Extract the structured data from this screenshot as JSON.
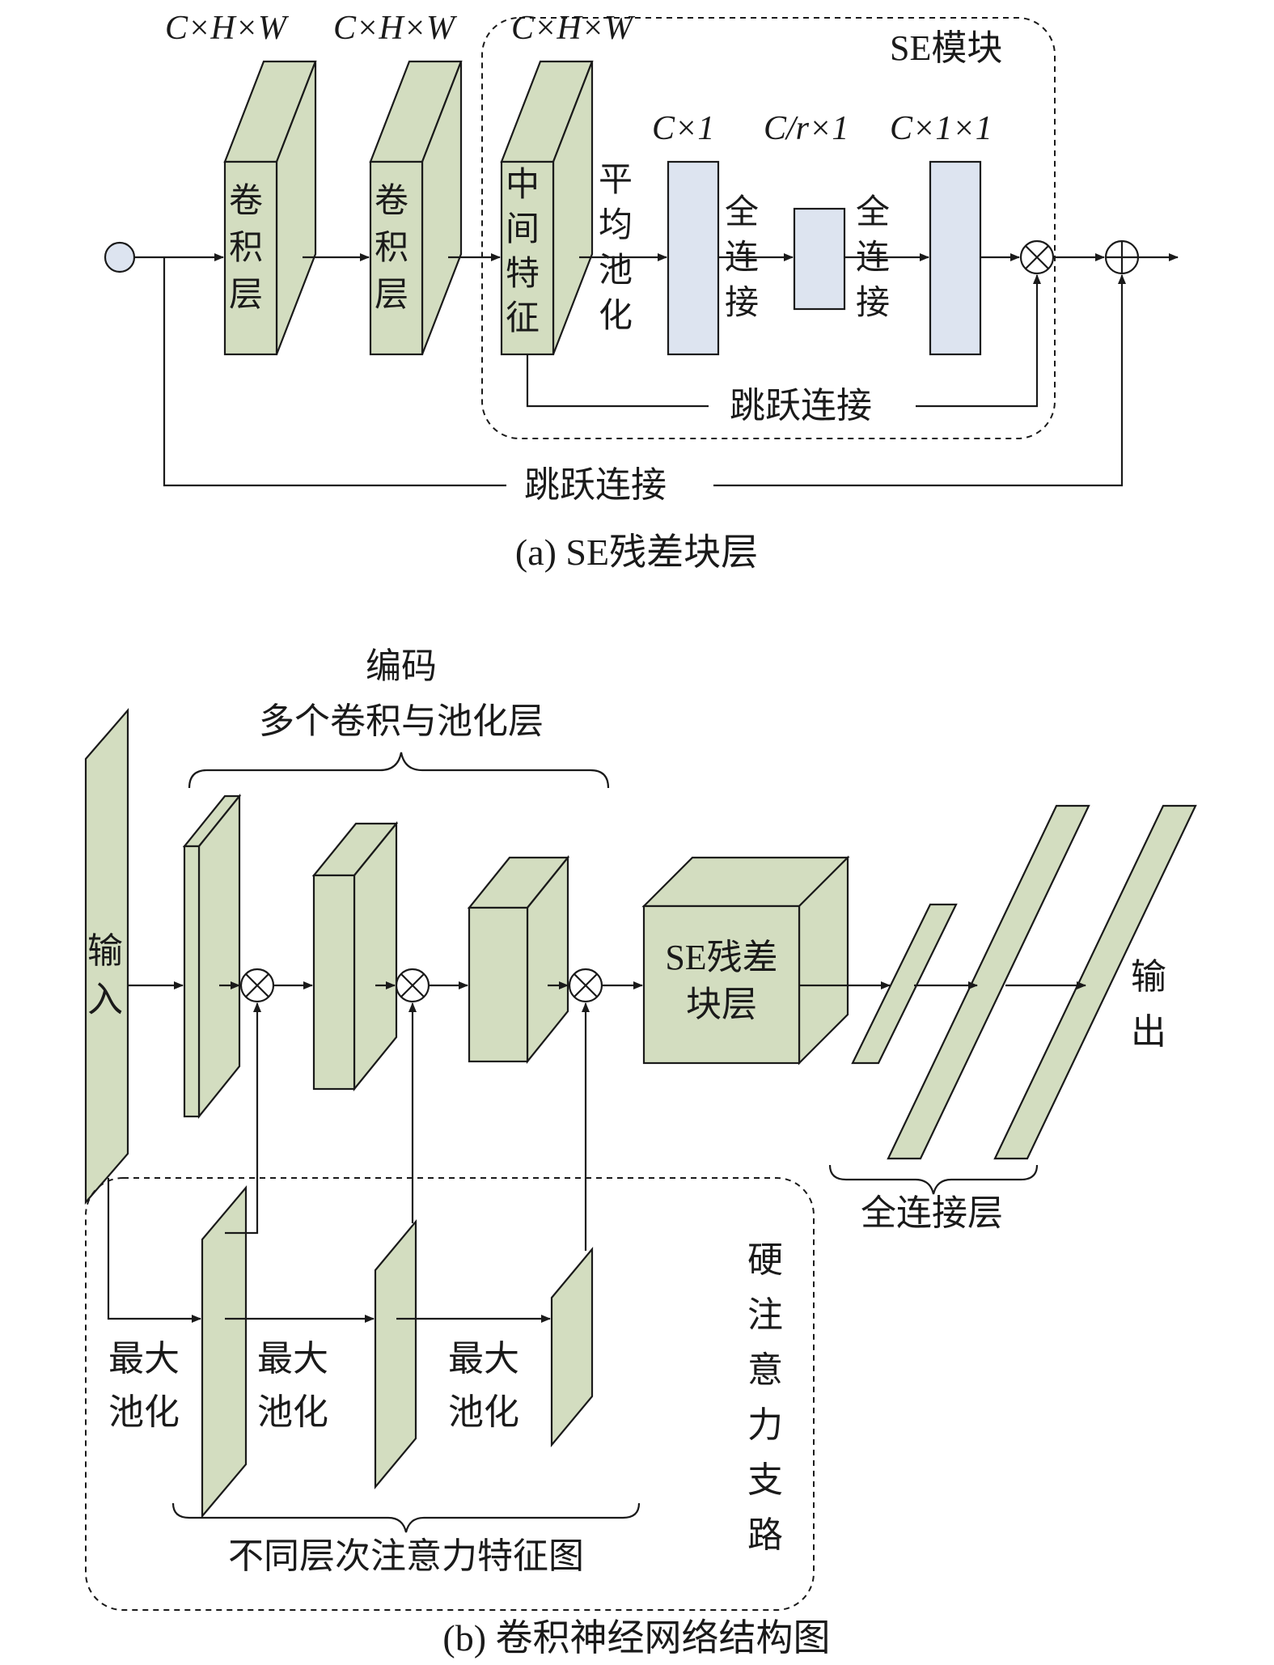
{
  "part_a": {
    "caption": "(a) SE残差块层",
    "dims": {
      "d1": "C×H×W",
      "d2": "C×H×W",
      "d3": "C×H×W",
      "d4": "C×1",
      "d5": "C/r×1",
      "d6": "C×1×1"
    },
    "se_module_label": "SE模块",
    "conv1": [
      "卷",
      "积",
      "层"
    ],
    "conv2": [
      "卷",
      "积",
      "层"
    ],
    "mid_feature": [
      "中",
      "间",
      "特",
      "征"
    ],
    "avg_pool": [
      "平",
      "均",
      "池",
      "化"
    ],
    "fc1": [
      "全",
      "连",
      "接"
    ],
    "fc2": [
      "全",
      "连",
      "接"
    ],
    "skip_inner": "跳跃连接",
    "skip_outer": "跳跃连接"
  },
  "part_b": {
    "caption": "(b) 卷积神经网络结构图",
    "encode_title_1": "编码",
    "encode_title_2": "多个卷积与池化层",
    "input": [
      "输",
      "入"
    ],
    "se_block": [
      "SE残差",
      "块层"
    ],
    "output": [
      "输",
      "出"
    ],
    "fc_layers": "全连接层",
    "pool_label": [
      "最大",
      "池化"
    ],
    "hard_attention": [
      "硬",
      "注",
      "意",
      "力",
      "支",
      "路"
    ],
    "attention_maps": "不同层次注意力特征图"
  }
}
